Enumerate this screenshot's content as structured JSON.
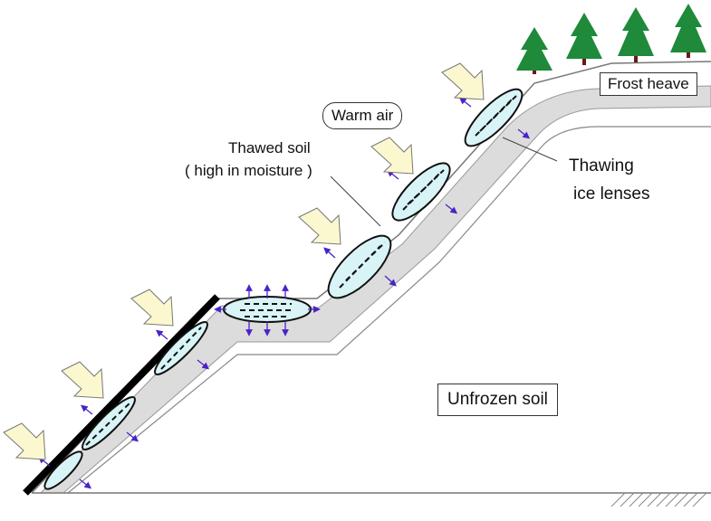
{
  "labels": {
    "frost_heave": "Frost heave",
    "warm_air": "Warm air",
    "thawed_soil_line1": "Thawed soil",
    "thawed_soil_line2": "( high in moisture )",
    "thawing_line1": "Thawing",
    "thawing_line2": "ice lenses",
    "unfrozen_soil": "Unfrozen soil"
  },
  "colors": {
    "arrow_fill": "#fbf8d0",
    "frozen_band": "#dcdcdc",
    "ice_lens_fill": "#d8f4f7",
    "moisture_arrow": "#4a23c8",
    "tree": "#1e8a3a",
    "trunk": "#6a1a1a",
    "cover_plate": "#000000"
  },
  "icons": [
    "warm-air-arrow",
    "tree-icon",
    "ice-lens",
    "moisture-arrow",
    "bedrock-hatch"
  ]
}
